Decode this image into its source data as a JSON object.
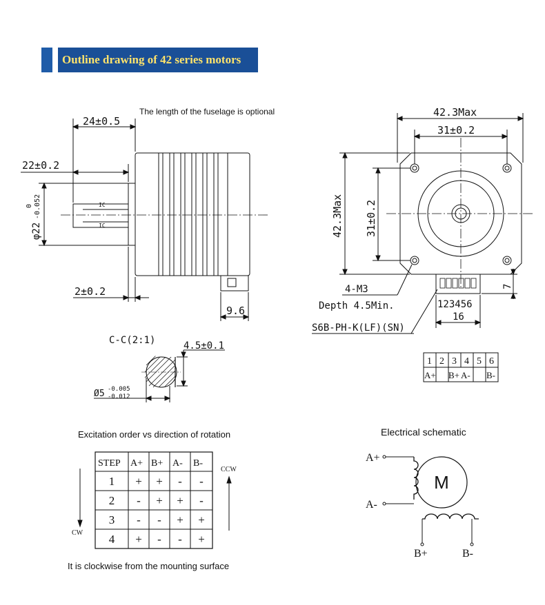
{
  "title": "Outline drawing of 42 series motors",
  "notes": {
    "fuselage": "The length of the fuselage is optional",
    "excitation_title": "Excitation order vs direction of rotation",
    "clockwise_note": "It is clockwise from the mounting surface",
    "electrical_title": "Electrical schematic"
  },
  "side_view": {
    "dim_24": "24±0.5",
    "dim_22": "22±0.2",
    "dim_phi22_main": "φ22",
    "dim_phi22_tol_up": "0",
    "dim_phi22_tol_low": "-0.052",
    "shaft_mark": "IC",
    "dim_2": "2±0.2",
    "dim_9_6": "9.6"
  },
  "section": {
    "label": "C-C(2:1)",
    "dim_4_5": "4.5±0.1",
    "dim_phi5_main": "Ø5",
    "dim_phi5_tol_up": "-0.005",
    "dim_phi5_tol_low": "-0.012"
  },
  "front_view": {
    "dim_42_3_top": "42.3Max",
    "dim_31_top": "31±0.2",
    "dim_42_3_side": "42.3Max",
    "dim_31_side": "31±0.2",
    "screw": "4-M3",
    "depth": "Depth 4.5Min.",
    "pins": "123456",
    "dim_16": "16",
    "dim_7": "7",
    "connector": "S6B-PH-K(LF)(SN)"
  },
  "pin_table": {
    "numbers": [
      "1",
      "2",
      "3",
      "4",
      "5",
      "6"
    ],
    "signals": [
      "A+",
      "",
      "B+",
      "A-",
      "",
      "B-"
    ]
  },
  "step_table": {
    "headers": [
      "STEP",
      "A+",
      "B+",
      "A-",
      "B-"
    ],
    "rows": [
      [
        "1",
        "+",
        "+",
        "-",
        "-"
      ],
      [
        "2",
        "-",
        "+",
        "+",
        "-"
      ],
      [
        "3",
        "-",
        "-",
        "+",
        "+"
      ],
      [
        "4",
        "+",
        "-",
        "-",
        "+"
      ]
    ],
    "ccw": "CCW",
    "cw": "CW"
  },
  "schematic": {
    "a_plus": "A+",
    "a_minus": "A-",
    "b_plus": "B+",
    "b_minus": "B-",
    "motor": "M"
  }
}
